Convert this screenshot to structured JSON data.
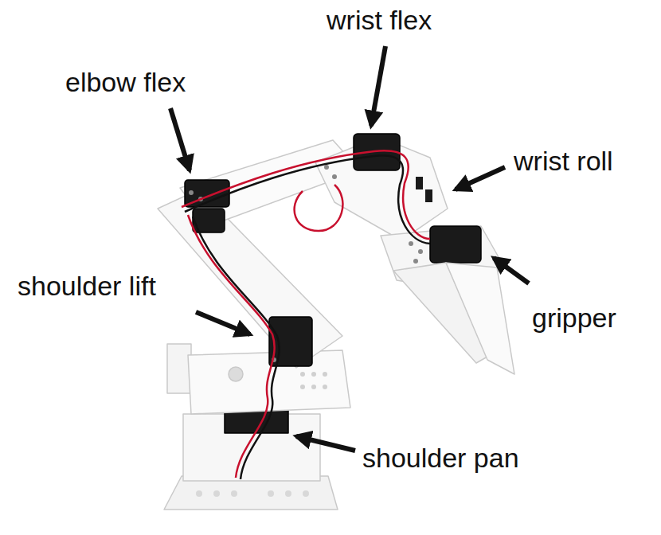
{
  "diagram": {
    "labels": [
      "wrist flex",
      "elbow flex",
      "wrist roll",
      "shoulder lift",
      "gripper",
      "shoulder pan"
    ]
  }
}
